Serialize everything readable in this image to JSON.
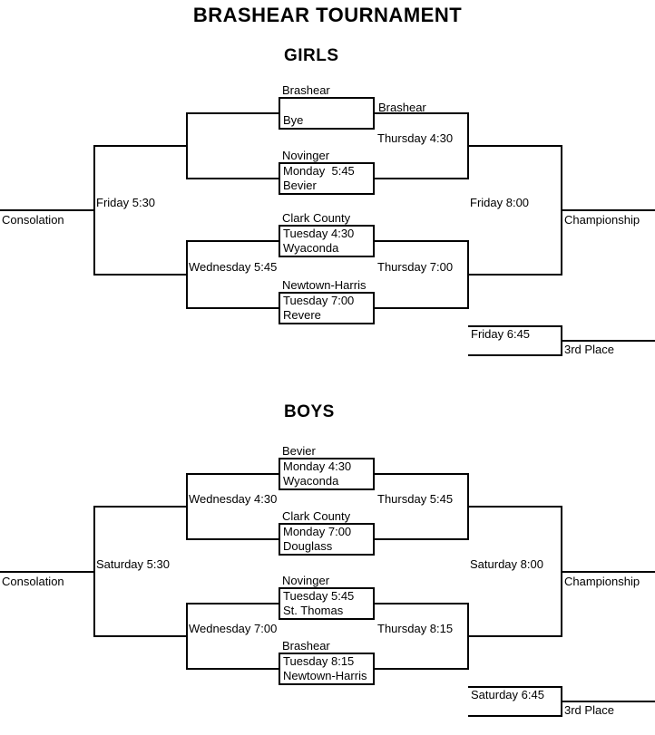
{
  "title": "BRASHEAR TOURNAMENT",
  "girls": {
    "heading": "GIRLS",
    "games": [
      {
        "team_top": "Brashear",
        "time": "",
        "team_bottom": "Bye"
      },
      {
        "team_top": "Novinger",
        "time": "Monday  5:45",
        "team_bottom": "Bevier"
      },
      {
        "team_top": "Clark County",
        "time": "Tuesday 4:30",
        "team_bottom": "Wyaconda"
      },
      {
        "team_top": "Newtown-Harris",
        "time": "Tuesday 7:00",
        "team_bottom": "Revere"
      }
    ],
    "semifinal1": {
      "winner": "Brashear",
      "time": "Thursday 4:30"
    },
    "semifinal2": {
      "time": "Thursday 7:00"
    },
    "final": {
      "time": "Friday 8:00",
      "label": "Championship"
    },
    "consolation_semi2": {
      "time": "Wednesday 5:45"
    },
    "consolation_final": {
      "time": "Friday 5:30",
      "label": "Consolation"
    },
    "third_place": {
      "time": "Friday 6:45",
      "label": "3rd Place"
    }
  },
  "boys": {
    "heading": "BOYS",
    "games": [
      {
        "team_top": "Bevier",
        "time": "Monday 4:30",
        "team_bottom": "Wyaconda"
      },
      {
        "team_top": "Clark County",
        "time": "Monday 7:00",
        "team_bottom": "Douglass"
      },
      {
        "team_top": "Novinger",
        "time": "Tuesday 5:45",
        "team_bottom": "St. Thomas"
      },
      {
        "team_top": "Brashear",
        "time": "Tuesday 8:15",
        "team_bottom": "Newtown-Harris"
      }
    ],
    "semifinal1": {
      "time": "Thursday 5:45"
    },
    "semifinal2": {
      "time": "Thursday 8:15"
    },
    "final": {
      "time": "Saturday 8:00",
      "label": "Championship"
    },
    "consolation_semi1": {
      "time": "Wednesday 4:30"
    },
    "consolation_semi2": {
      "time": "Wednesday 7:00"
    },
    "consolation_final": {
      "time": "Saturday 5:30",
      "label": "Consolation"
    },
    "third_place": {
      "time": "Saturday 6:45",
      "label": "3rd Place"
    }
  }
}
